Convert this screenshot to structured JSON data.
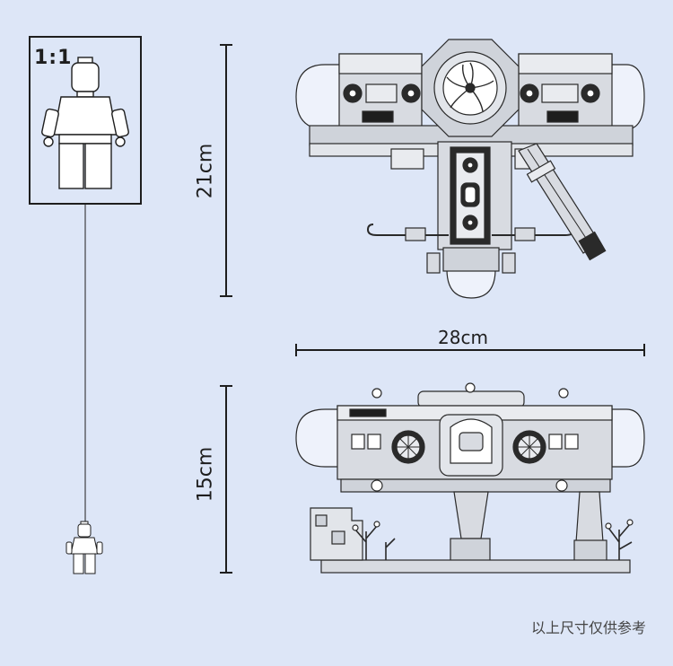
{
  "scale_label": "1:1",
  "dimensions": {
    "height_top": "21cm",
    "width": "28cm",
    "height_front": "15cm"
  },
  "footnote": "以上尺寸仅供参考",
  "colors": {
    "background": "#dde6f7",
    "line": "#1e1e1e",
    "panel": "#d8dbe1",
    "dark": "#2a2a2a",
    "glass": "#eef2fb"
  }
}
